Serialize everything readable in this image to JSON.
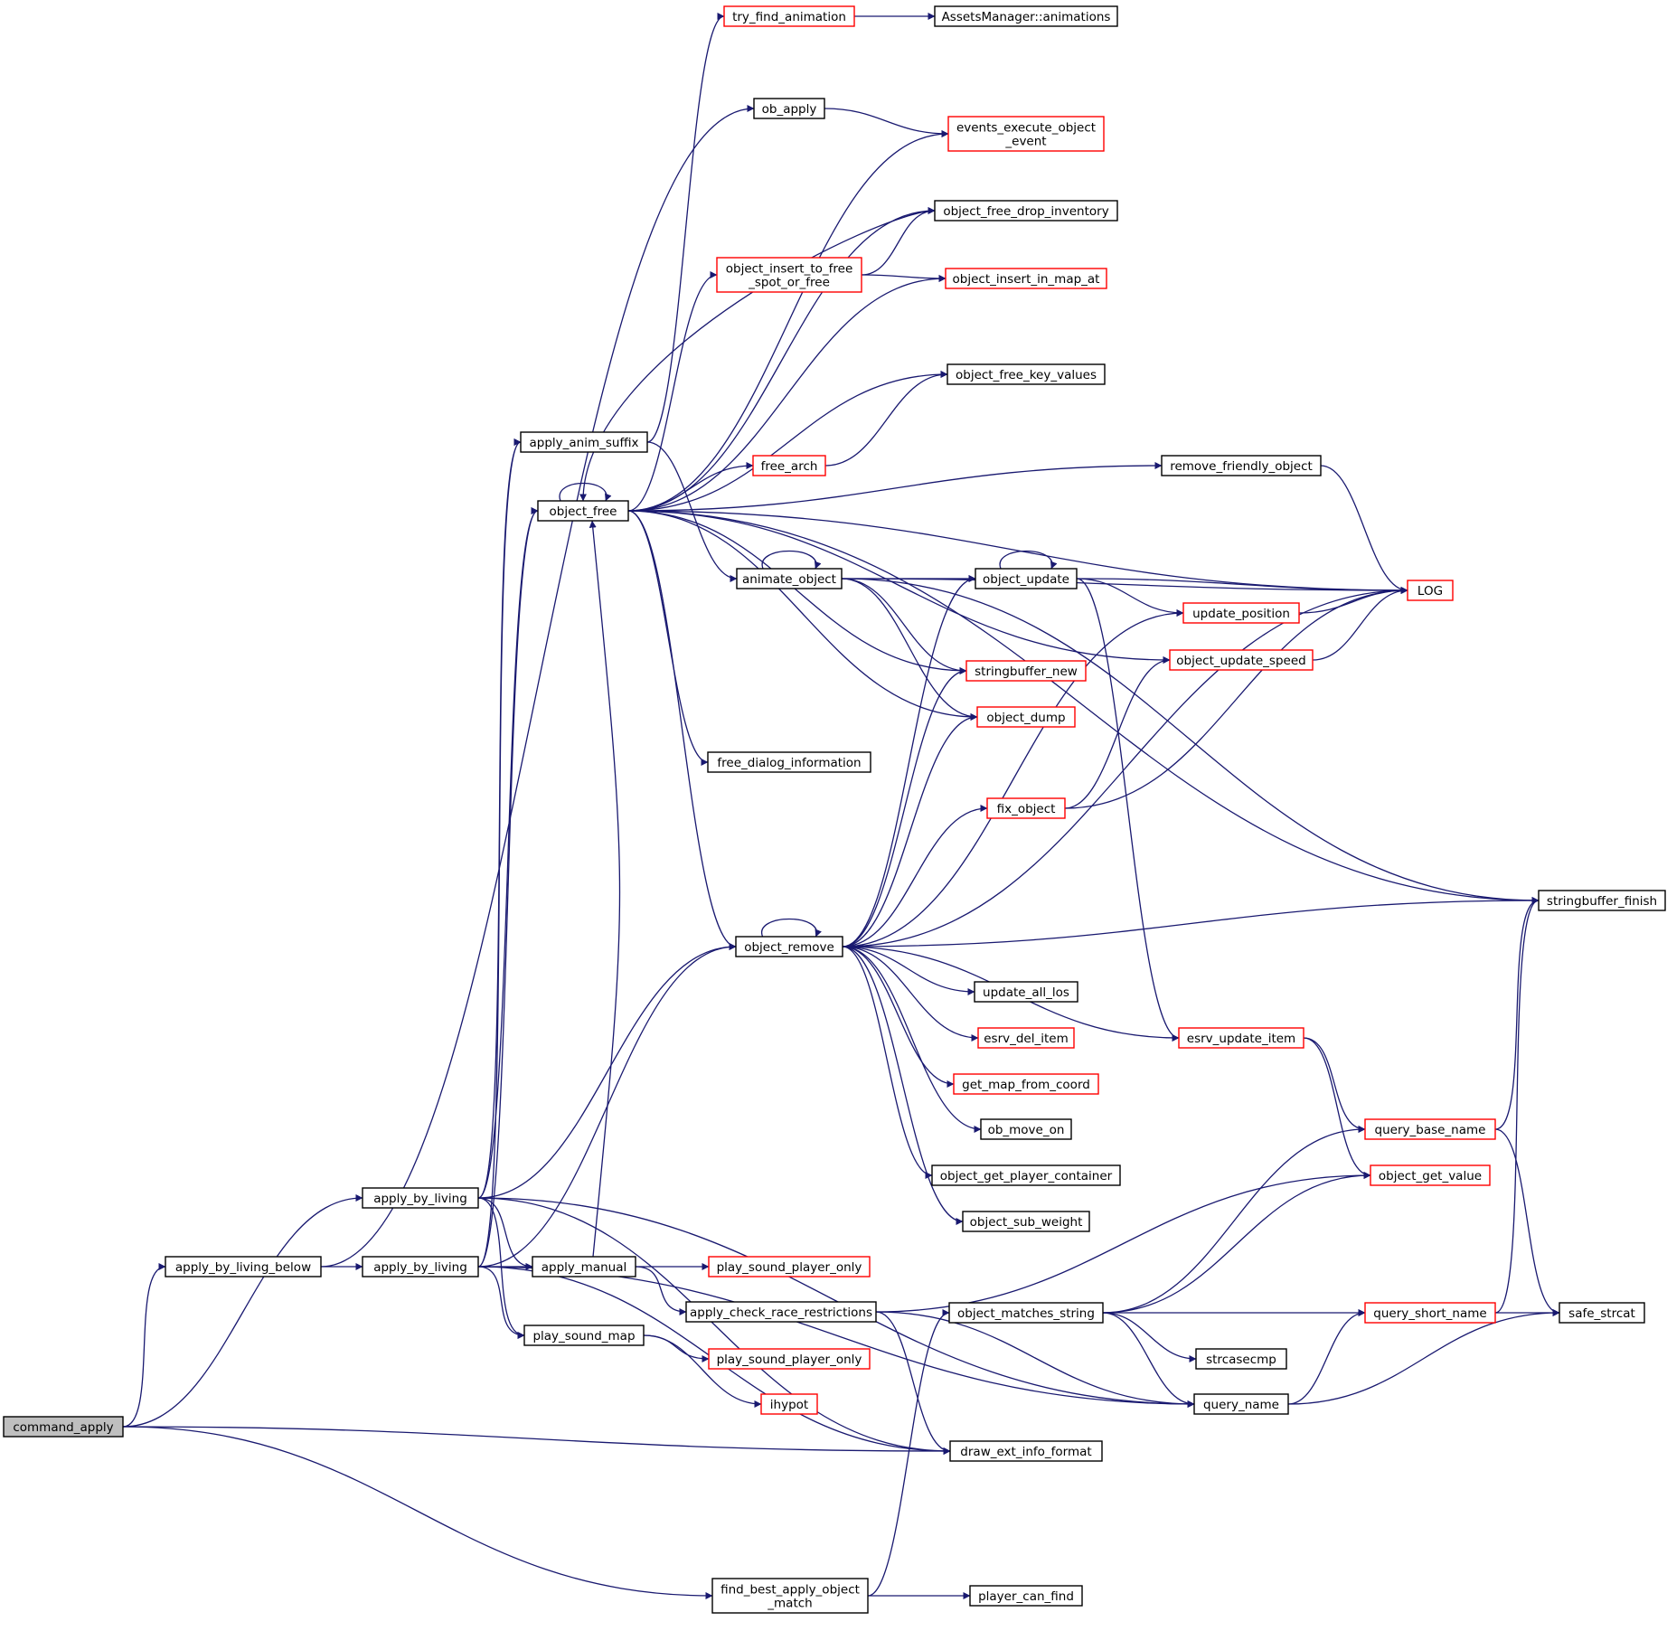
{
  "colors": {
    "edge": "#191970",
    "border_default": "#000000",
    "border_truncated": "#ff0000",
    "fill_root": "#bfbfbf",
    "fill_default": "#ffffff"
  },
  "nodes": [
    {
      "id": "command_apply",
      "lines": [
        "command_apply"
      ],
      "root": true
    },
    {
      "id": "apply_by_living_below",
      "lines": [
        "apply_by_living_below"
      ]
    },
    {
      "id": "apply_by_living_a",
      "lines": [
        "apply_by_living"
      ]
    },
    {
      "id": "apply_by_living_b",
      "lines": [
        "apply_by_living"
      ]
    },
    {
      "id": "apply_anim_suffix",
      "lines": [
        "apply_anim_suffix"
      ]
    },
    {
      "id": "object_free",
      "lines": [
        "object_free"
      ]
    },
    {
      "id": "apply_manual",
      "lines": [
        "apply_manual"
      ]
    },
    {
      "id": "play_sound_map",
      "lines": [
        "play_sound_map"
      ]
    },
    {
      "id": "apply_check_race_restrictions",
      "lines": [
        "apply_check_race_restrictions"
      ]
    },
    {
      "id": "find_best_apply_object_match",
      "lines": [
        "find_best_apply_object",
        "_match"
      ]
    },
    {
      "id": "try_find_animation",
      "lines": [
        "try_find_animation"
      ],
      "red": true
    },
    {
      "id": "assetsmanager_animations",
      "lines": [
        "AssetsManager::animations"
      ]
    },
    {
      "id": "ob_apply",
      "lines": [
        "ob_apply"
      ]
    },
    {
      "id": "events_execute_object_event",
      "lines": [
        "events_execute_object",
        "_event"
      ],
      "red": true
    },
    {
      "id": "object_free_drop_inventory",
      "lines": [
        "object_free_drop_inventory"
      ]
    },
    {
      "id": "object_insert_to_free_spot_or_free",
      "lines": [
        "object_insert_to_free",
        "_spot_or_free"
      ],
      "red": true
    },
    {
      "id": "object_insert_in_map_at",
      "lines": [
        "object_insert_in_map_at"
      ],
      "red": true
    },
    {
      "id": "object_free_key_values",
      "lines": [
        "object_free_key_values"
      ]
    },
    {
      "id": "free_arch",
      "lines": [
        "free_arch"
      ],
      "red": true
    },
    {
      "id": "remove_friendly_object",
      "lines": [
        "remove_friendly_object"
      ]
    },
    {
      "id": "animate_object",
      "lines": [
        "animate_object"
      ]
    },
    {
      "id": "object_update",
      "lines": [
        "object_update"
      ]
    },
    {
      "id": "log",
      "lines": [
        "LOG"
      ],
      "red": true
    },
    {
      "id": "update_position",
      "lines": [
        "update_position"
      ],
      "red": true
    },
    {
      "id": "object_update_speed",
      "lines": [
        "object_update_speed"
      ],
      "red": true
    },
    {
      "id": "stringbuffer_new",
      "lines": [
        "stringbuffer_new"
      ],
      "red": true
    },
    {
      "id": "object_dump",
      "lines": [
        "object_dump"
      ],
      "red": true
    },
    {
      "id": "free_dialog_information",
      "lines": [
        "free_dialog_information"
      ]
    },
    {
      "id": "fix_object",
      "lines": [
        "fix_object"
      ],
      "red": true
    },
    {
      "id": "object_remove",
      "lines": [
        "object_remove"
      ]
    },
    {
      "id": "stringbuffer_finish",
      "lines": [
        "stringbuffer_finish"
      ]
    },
    {
      "id": "update_all_los",
      "lines": [
        "update_all_los"
      ]
    },
    {
      "id": "esrv_del_item",
      "lines": [
        "esrv_del_item"
      ],
      "red": true
    },
    {
      "id": "esrv_update_item",
      "lines": [
        "esrv_update_item"
      ],
      "red": true
    },
    {
      "id": "get_map_from_coord",
      "lines": [
        "get_map_from_coord"
      ],
      "red": true
    },
    {
      "id": "ob_move_on",
      "lines": [
        "ob_move_on"
      ]
    },
    {
      "id": "query_base_name",
      "lines": [
        "query_base_name"
      ],
      "red": true
    },
    {
      "id": "object_get_player_container",
      "lines": [
        "object_get_player_container"
      ]
    },
    {
      "id": "object_get_value",
      "lines": [
        "object_get_value"
      ],
      "red": true
    },
    {
      "id": "object_sub_weight",
      "lines": [
        "object_sub_weight"
      ]
    },
    {
      "id": "play_sound_player_only_a",
      "lines": [
        "play_sound_player_only"
      ],
      "red": true
    },
    {
      "id": "object_matches_string",
      "lines": [
        "object_matches_string"
      ]
    },
    {
      "id": "query_short_name",
      "lines": [
        "query_short_name"
      ],
      "red": true
    },
    {
      "id": "safe_strcat",
      "lines": [
        "safe_strcat"
      ]
    },
    {
      "id": "strcasecmp",
      "lines": [
        "strcasecmp"
      ]
    },
    {
      "id": "play_sound_player_only_b",
      "lines": [
        "play_sound_player_only"
      ],
      "red": true
    },
    {
      "id": "ihypot",
      "lines": [
        "ihypot"
      ],
      "red": true
    },
    {
      "id": "query_name",
      "lines": [
        "query_name"
      ]
    },
    {
      "id": "draw_ext_info_format",
      "lines": [
        "draw_ext_info_format"
      ]
    },
    {
      "id": "player_can_find",
      "lines": [
        "player_can_find"
      ]
    }
  ],
  "edges": [
    [
      "command_apply",
      "apply_by_living_below"
    ],
    [
      "command_apply",
      "apply_by_living_a"
    ],
    [
      "command_apply",
      "draw_ext_info_format"
    ],
    [
      "command_apply",
      "find_best_apply_object_match"
    ],
    [
      "apply_by_living_below",
      "apply_by_living_b"
    ],
    [
      "apply_by_living_below",
      "ob_apply"
    ],
    [
      "apply_by_living_a",
      "apply_anim_suffix"
    ],
    [
      "apply_by_living_a",
      "object_free"
    ],
    [
      "apply_by_living_a",
      "object_remove"
    ],
    [
      "apply_by_living_a",
      "apply_manual"
    ],
    [
      "apply_by_living_a",
      "play_sound_map"
    ],
    [
      "apply_by_living_a",
      "draw_ext_info_format"
    ],
    [
      "apply_by_living_a",
      "query_name"
    ],
    [
      "apply_by_living_b",
      "apply_anim_suffix"
    ],
    [
      "apply_by_living_b",
      "object_free"
    ],
    [
      "apply_by_living_b",
      "object_remove"
    ],
    [
      "apply_by_living_b",
      "apply_manual"
    ],
    [
      "apply_by_living_b",
      "play_sound_map"
    ],
    [
      "apply_by_living_b",
      "draw_ext_info_format"
    ],
    [
      "apply_by_living_b",
      "query_name"
    ],
    [
      "apply_anim_suffix",
      "try_find_animation"
    ],
    [
      "apply_anim_suffix",
      "animate_object"
    ],
    [
      "try_find_animation",
      "assetsmanager_animations"
    ],
    [
      "ob_apply",
      "events_execute_object_event"
    ],
    [
      "object_free",
      "object_free"
    ],
    [
      "object_free",
      "events_execute_object_event"
    ],
    [
      "object_free",
      "object_free_drop_inventory"
    ],
    [
      "object_free",
      "object_insert_to_free_spot_or_free"
    ],
    [
      "object_free",
      "object_insert_in_map_at"
    ],
    [
      "object_free",
      "object_free_key_values"
    ],
    [
      "object_free",
      "free_arch"
    ],
    [
      "object_free",
      "remove_friendly_object"
    ],
    [
      "object_free",
      "log"
    ],
    [
      "object_free",
      "stringbuffer_finish"
    ],
    [
      "object_free",
      "object_update_speed"
    ],
    [
      "object_free",
      "stringbuffer_new"
    ],
    [
      "object_free",
      "object_dump"
    ],
    [
      "object_free",
      "free_dialog_information"
    ],
    [
      "object_free",
      "object_remove"
    ],
    [
      "object_free_drop_inventory",
      "object_free"
    ],
    [
      "object_insert_to_free_spot_or_free",
      "object_free_drop_inventory"
    ],
    [
      "object_insert_to_free_spot_or_free",
      "object_insert_in_map_at"
    ],
    [
      "free_arch",
      "object_free_key_values"
    ],
    [
      "remove_friendly_object",
      "log"
    ],
    [
      "animate_object",
      "animate_object"
    ],
    [
      "animate_object",
      "object_update"
    ],
    [
      "animate_object",
      "log"
    ],
    [
      "animate_object",
      "stringbuffer_finish"
    ],
    [
      "animate_object",
      "stringbuffer_new"
    ],
    [
      "animate_object",
      "object_dump"
    ],
    [
      "object_update",
      "object_update"
    ],
    [
      "object_update",
      "log"
    ],
    [
      "object_update",
      "update_position"
    ],
    [
      "object_update",
      "esrv_update_item"
    ],
    [
      "update_position",
      "log"
    ],
    [
      "object_update_speed",
      "log"
    ],
    [
      "fix_object",
      "log"
    ],
    [
      "fix_object",
      "object_update_speed"
    ],
    [
      "object_remove",
      "object_remove"
    ],
    [
      "object_remove",
      "object_update"
    ],
    [
      "object_remove",
      "update_position"
    ],
    [
      "object_remove",
      "stringbuffer_new"
    ],
    [
      "object_remove",
      "object_dump"
    ],
    [
      "object_remove",
      "fix_object"
    ],
    [
      "object_remove",
      "log"
    ],
    [
      "object_remove",
      "stringbuffer_finish"
    ],
    [
      "object_remove",
      "update_all_los"
    ],
    [
      "object_remove",
      "esrv_del_item"
    ],
    [
      "object_remove",
      "esrv_update_item"
    ],
    [
      "object_remove",
      "get_map_from_coord"
    ],
    [
      "object_remove",
      "ob_move_on"
    ],
    [
      "object_remove",
      "object_get_player_container"
    ],
    [
      "object_remove",
      "object_sub_weight"
    ],
    [
      "esrv_update_item",
      "query_base_name"
    ],
    [
      "esrv_update_item",
      "object_get_value"
    ],
    [
      "query_base_name",
      "stringbuffer_finish"
    ],
    [
      "query_base_name",
      "safe_strcat"
    ],
    [
      "apply_manual",
      "object_free"
    ],
    [
      "apply_manual",
      "play_sound_player_only_a"
    ],
    [
      "apply_manual",
      "apply_check_race_restrictions"
    ],
    [
      "apply_check_race_restrictions",
      "object_get_value"
    ],
    [
      "apply_check_race_restrictions",
      "draw_ext_info_format"
    ],
    [
      "apply_check_race_restrictions",
      "query_name"
    ],
    [
      "play_sound_map",
      "play_sound_player_only_b"
    ],
    [
      "play_sound_map",
      "ihypot"
    ],
    [
      "object_matches_string",
      "query_base_name"
    ],
    [
      "object_matches_string",
      "object_get_value"
    ],
    [
      "object_matches_string",
      "query_short_name"
    ],
    [
      "object_matches_string",
      "strcasecmp"
    ],
    [
      "object_matches_string",
      "query_name"
    ],
    [
      "query_short_name",
      "stringbuffer_finish"
    ],
    [
      "query_short_name",
      "safe_strcat"
    ],
    [
      "query_name",
      "query_short_name"
    ],
    [
      "query_name",
      "safe_strcat"
    ],
    [
      "find_best_apply_object_match",
      "object_matches_string"
    ],
    [
      "find_best_apply_object_match",
      "player_can_find"
    ]
  ]
}
